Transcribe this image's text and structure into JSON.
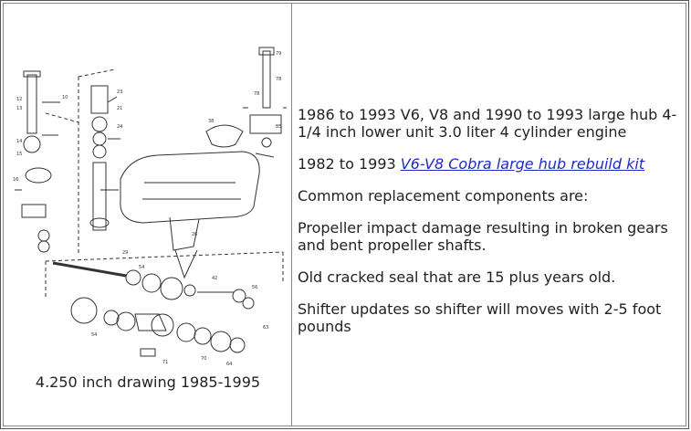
{
  "caption": "4.250 inch drawing 1985-1995",
  "paragraphs": {
    "p1": "1986 to 1993 V6, V8 and 1990 to 1993 large hub 4-1/4 inch lower unit 3.0 liter 4 cylinder engine",
    "p2_prefix": "1982 to 1993 ",
    "p2_link": "V6-V8 Cobra large hub rebuild kit",
    "p3": "Common replacement components are:",
    "p4": "Propeller impact damage resulting in broken gears and bent propeller shafts.",
    "p5": "Old cracked seal that are 15 plus years old.",
    "p6": "Shifter updates so shifter will moves with 2-5 foot pounds"
  },
  "colors": {
    "link": "#1f2bc4",
    "text": "#222222",
    "border": "#888888"
  }
}
